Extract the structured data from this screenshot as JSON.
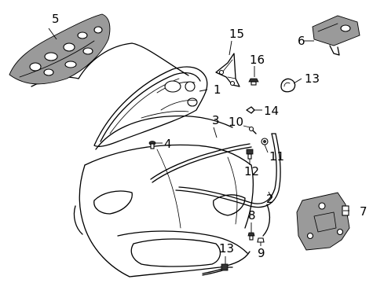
{
  "callouts": [
    {
      "id": "1",
      "text": "1"
    },
    {
      "id": "2",
      "text": "2"
    },
    {
      "id": "3",
      "text": "3"
    },
    {
      "id": "4",
      "text": "4"
    },
    {
      "id": "5",
      "text": "5"
    },
    {
      "id": "6",
      "text": "6"
    },
    {
      "id": "7",
      "text": "7"
    },
    {
      "id": "8",
      "text": "8"
    },
    {
      "id": "9",
      "text": "9"
    },
    {
      "id": "10",
      "text": "10"
    },
    {
      "id": "11",
      "text": "11"
    },
    {
      "id": "12",
      "text": "12"
    },
    {
      "id": "13a",
      "text": "13"
    },
    {
      "id": "13b",
      "text": "13"
    },
    {
      "id": "14",
      "text": "14"
    },
    {
      "id": "15",
      "text": "15"
    },
    {
      "id": "16",
      "text": "16"
    }
  ]
}
